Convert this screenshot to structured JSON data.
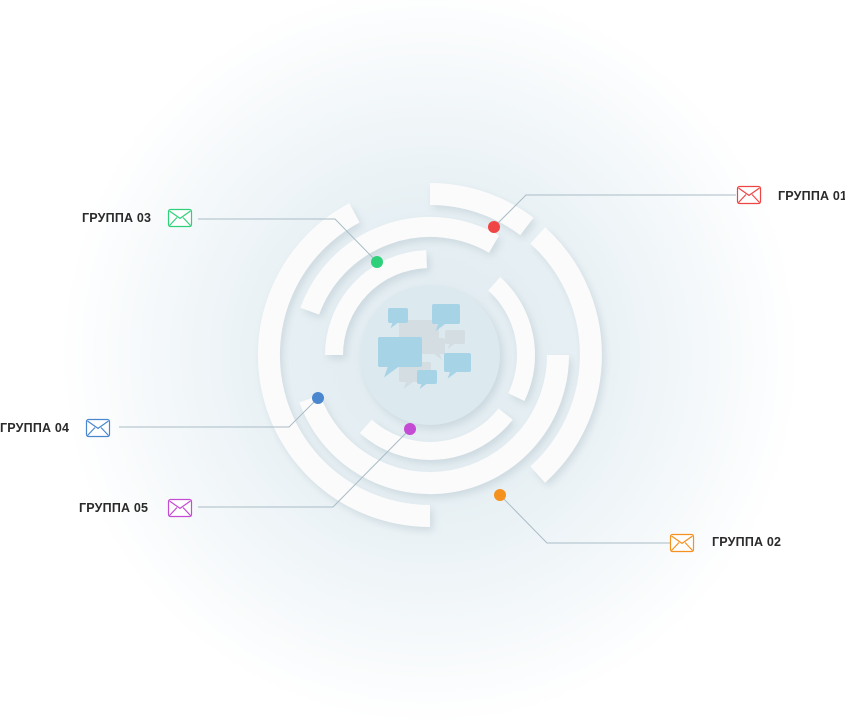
{
  "groups": [
    {
      "id": "01",
      "label": "ГРУППА 01",
      "color": "#f04545",
      "icon": "envelope-icon"
    },
    {
      "id": "02",
      "label": "ГРУППА 02",
      "color": "#f5911e",
      "icon": "envelope-icon"
    },
    {
      "id": "03",
      "label": "ГРУППА 03",
      "color": "#2fd07a",
      "icon": "envelope-icon"
    },
    {
      "id": "04",
      "label": "ГРУППА 04",
      "color": "#4a87cf",
      "icon": "envelope-icon"
    },
    {
      "id": "05",
      "label": "ГРУППА 05",
      "color": "#c44bd3",
      "icon": "envelope-icon"
    }
  ],
  "center_icon": "chat-bubbles-icon",
  "colors": {
    "connector": "#a9bcc6",
    "ring": "#fbfbfb",
    "ring_shadow": "#c9d8df",
    "bubble_blue": "#a7d3e6",
    "bubble_grey": "#d3dde2"
  }
}
